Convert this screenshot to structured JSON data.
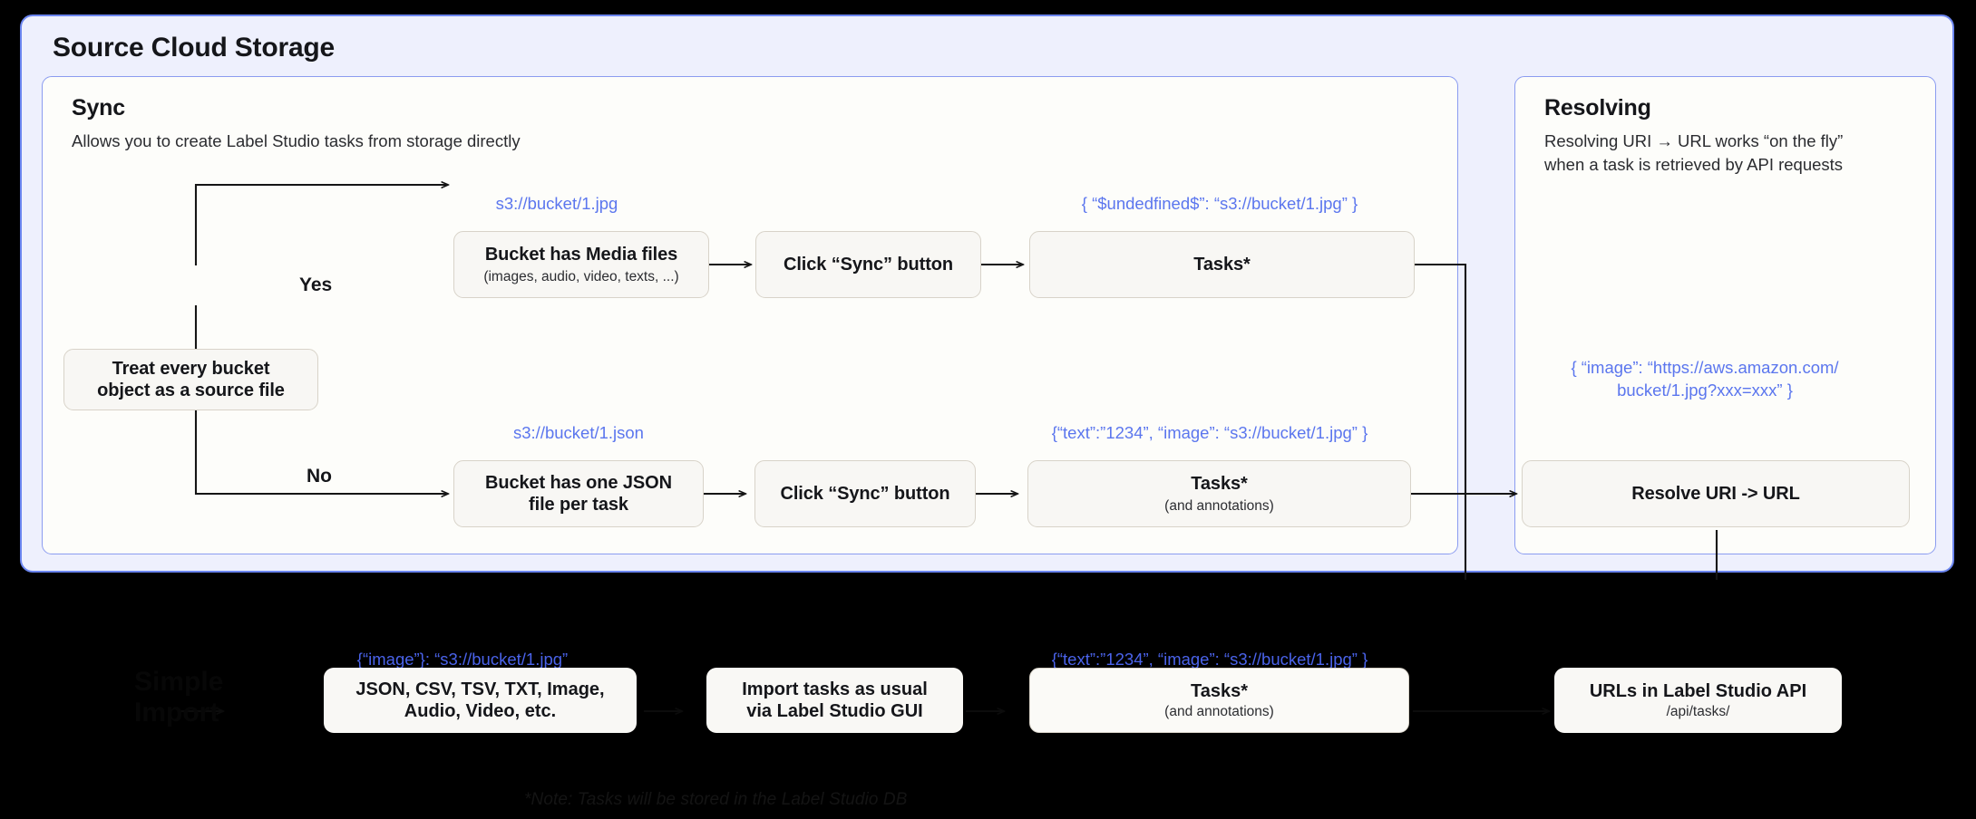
{
  "panel": {
    "title": "Source Cloud Storage"
  },
  "sync": {
    "heading": "Sync",
    "subtitle": "Allows you to create Label Studio tasks from storage directly",
    "decision": {
      "label": "Treat every bucket\nobject as a source file"
    },
    "branches": {
      "yes": "Yes",
      "no": "No"
    },
    "yes_row": {
      "uri_label": "s3://bucket/1.jpg",
      "bucket_box": {
        "main": "Bucket has Media files",
        "sub": "(images, audio, video, texts, ...)"
      },
      "sync_button_box": "Click “Sync” button",
      "tasks_label": "{ “$undedfined$”: “s3://bucket/1.jpg” }",
      "tasks_box": {
        "main": "Tasks*",
        "sub": ""
      }
    },
    "no_row": {
      "uri_label": "s3://bucket/1.json",
      "bucket_box": {
        "main": "Bucket has one JSON\nfile per task",
        "sub": ""
      },
      "sync_button_box": "Click “Sync” button",
      "tasks_label": "{“text”:”1234”,  “image”: “s3://bucket/1.jpg” }",
      "tasks_box": {
        "main": "Tasks*",
        "sub": "(and annotations)"
      }
    }
  },
  "resolving": {
    "heading": "Resolving",
    "subtitle": "Resolving URI → URL works “on the fly”\nwhen a task is retrieved by API requests",
    "json_label": "{ “image”: “https://aws.amazon.com/\nbucket/1.jpg?xxx=xxx” }",
    "resolve_box": "Resolve URI -> URL"
  },
  "simple_import": {
    "title": "Simple\nImport",
    "formats_label": "{“image”}: “s3://bucket/1.jpg”",
    "formats_box": {
      "main": "JSON, CSV, TSV, TXT, Image,\nAudio, Video, etc.",
      "sub": ""
    },
    "gui_box": {
      "main": "Import tasks as usual\nvia Label Studio GUI",
      "sub": ""
    },
    "tasks_label": "{“text”:”1234”,  “image”: “s3://bucket/1.jpg” }",
    "tasks_box": {
      "main": "Tasks*",
      "sub": "(and annotations)"
    },
    "api_box": {
      "main": "URLs in Label Studio API",
      "sub": "/api/tasks/"
    }
  },
  "note": "*Note: Tasks will be stored in the Label Studio DB",
  "colors": {
    "panel_bg": "#eef0fd",
    "panel_border": "#6b85ef",
    "card_bg": "#fdfdfa",
    "card_border": "#8b9cf0",
    "box_bg": "#f8f7f4",
    "box_border": "#d8d3c9",
    "accent_blue": "#5b76ee",
    "background": "#000000"
  }
}
